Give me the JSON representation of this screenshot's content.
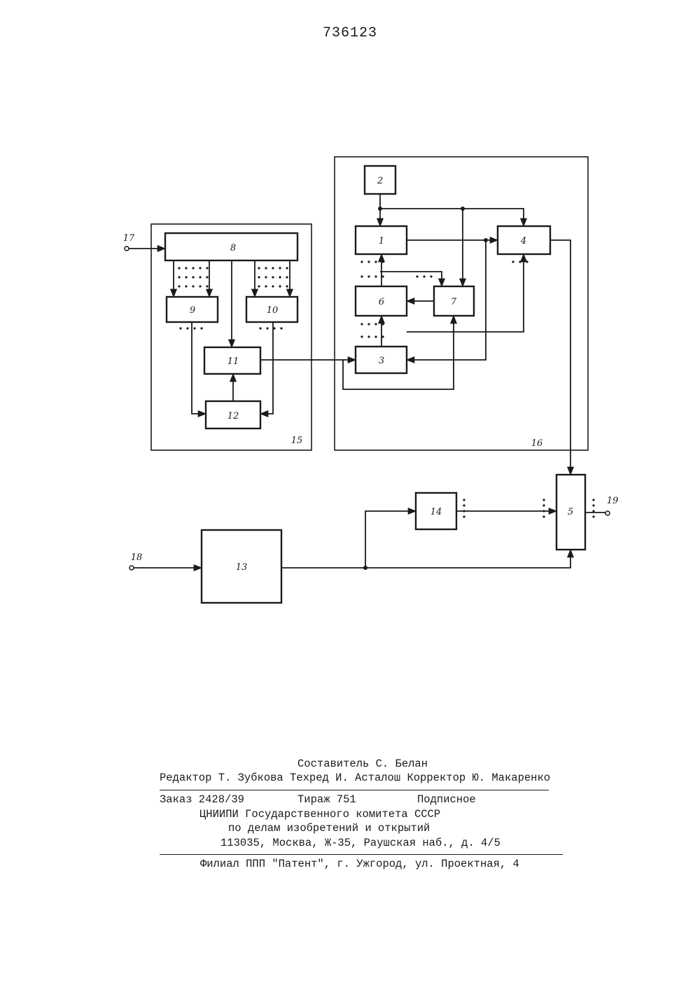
{
  "patent_number": "736123",
  "diagram": {
    "blocks": {
      "b1": "1",
      "b2": "2",
      "b3": "3",
      "b4": "4",
      "b5": "5",
      "b6": "6",
      "b7": "7",
      "b8": "8",
      "b9": "9",
      "b10": "10",
      "b11": "11",
      "b12": "12",
      "b13": "13",
      "b14": "14"
    },
    "frames": {
      "f15": "15",
      "f16": "16"
    },
    "terminals": {
      "t17": "17",
      "t18": "18",
      "t19": "19"
    }
  },
  "footer": {
    "compiler": "Составитель С. Белан",
    "editors_line": "Редактор Т. Зубкова Техред И. Асталош Корректор Ю. Макаренко",
    "order": "Заказ 2428/39",
    "circulation": "Тираж 751",
    "subscription": "Подписное",
    "org_line1": "ЦНИИПИ Государственного комитета СССР",
    "org_line2": "по делам изобретений и открытий",
    "address": "113035, Москва, Ж-35, Раушская наб., д. 4/5",
    "branch": "Филиал ППП \"Патент\", г. Ужгород, ул. Проектная, 4"
  }
}
